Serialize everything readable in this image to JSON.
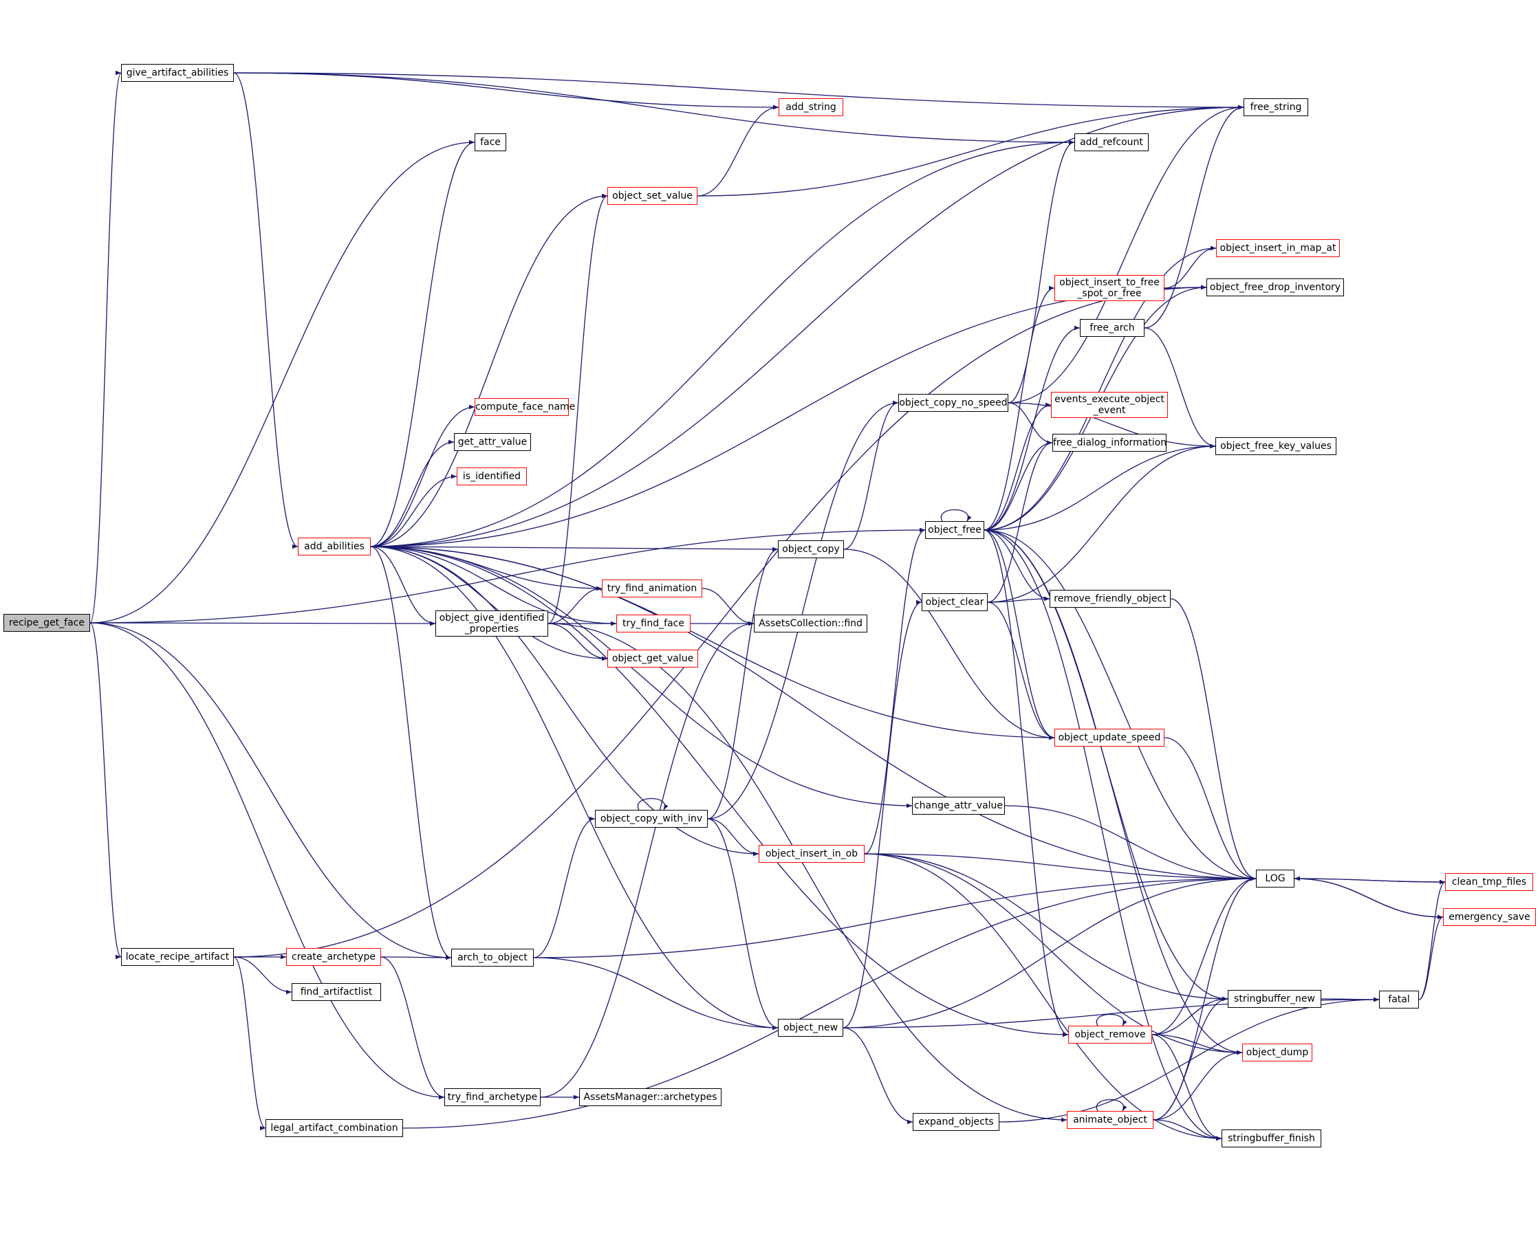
{
  "graph": {
    "edge_color": "#191970",
    "red_border_color": "#ff0000",
    "focus_fill": "#bfbfbf",
    "nodes": {
      "recipe_get_face": {
        "label": "recipe_get_face",
        "style": "focus"
      },
      "give_artifact_abilities": {
        "label": "give_artifact_abilities",
        "style": "normal"
      },
      "face": {
        "label": "face",
        "style": "normal"
      },
      "add_string": {
        "label": "add_string",
        "style": "red"
      },
      "object_set_value": {
        "label": "object_set_value",
        "style": "red"
      },
      "compute_face_name": {
        "label": "compute_face_name",
        "style": "red"
      },
      "get_attr_value": {
        "label": "get_attr_value",
        "style": "normal"
      },
      "is_identified": {
        "label": "is_identified",
        "style": "red"
      },
      "add_abilities": {
        "label": "add_abilities",
        "style": "red"
      },
      "try_find_animation": {
        "label": "try_find_animation",
        "style": "red"
      },
      "object_give_identified_properties": {
        "label": "object_give_identified\n_properties",
        "style": "normal"
      },
      "try_find_face": {
        "label": "try_find_face",
        "style": "red"
      },
      "object_get_value": {
        "label": "object_get_value",
        "style": "red"
      },
      "AssetsCollection_find": {
        "label": "AssetsCollection::find",
        "style": "normal"
      },
      "object_copy": {
        "label": "object_copy",
        "style": "normal"
      },
      "object_copy_no_speed": {
        "label": "object_copy_no_speed",
        "style": "normal"
      },
      "free_string": {
        "label": "free_string",
        "style": "normal"
      },
      "add_refcount": {
        "label": "add_refcount",
        "style": "normal"
      },
      "object_insert_in_map_at": {
        "label": "object_insert_in_map_at",
        "style": "red"
      },
      "object_insert_to_free_spot_or_free": {
        "label": "object_insert_to_free\n_spot_or_free",
        "style": "red"
      },
      "object_free_drop_inventory": {
        "label": "object_free_drop_inventory",
        "style": "normal"
      },
      "free_arch": {
        "label": "free_arch",
        "style": "normal"
      },
      "events_execute_object_event": {
        "label": "events_execute_object\n_event",
        "style": "red"
      },
      "free_dialog_information": {
        "label": "free_dialog_information",
        "style": "normal"
      },
      "object_free_key_values": {
        "label": "object_free_key_values",
        "style": "normal"
      },
      "object_free": {
        "label": "object_free",
        "style": "normal"
      },
      "object_clear": {
        "label": "object_clear",
        "style": "normal"
      },
      "remove_friendly_object": {
        "label": "remove_friendly_object",
        "style": "normal"
      },
      "object_update_speed": {
        "label": "object_update_speed",
        "style": "red"
      },
      "change_attr_value": {
        "label": "change_attr_value",
        "style": "normal"
      },
      "object_copy_with_inv": {
        "label": "object_copy_with_inv",
        "style": "normal"
      },
      "object_insert_in_ob": {
        "label": "object_insert_in_ob",
        "style": "red"
      },
      "LOG": {
        "label": "LOG",
        "style": "normal"
      },
      "clean_tmp_files": {
        "label": "clean_tmp_files",
        "style": "red"
      },
      "emergency_save": {
        "label": "emergency_save",
        "style": "red"
      },
      "locate_recipe_artifact": {
        "label": "locate_recipe_artifact",
        "style": "normal"
      },
      "create_archetype": {
        "label": "create_archetype",
        "style": "red"
      },
      "arch_to_object": {
        "label": "arch_to_object",
        "style": "normal"
      },
      "find_artifactlist": {
        "label": "find_artifactlist",
        "style": "normal"
      },
      "stringbuffer_new": {
        "label": "stringbuffer_new",
        "style": "normal"
      },
      "fatal": {
        "label": "fatal",
        "style": "normal"
      },
      "object_remove": {
        "label": "object_remove",
        "style": "red"
      },
      "object_dump": {
        "label": "object_dump",
        "style": "red"
      },
      "object_new": {
        "label": "object_new",
        "style": "normal"
      },
      "try_find_archetype": {
        "label": "try_find_archetype",
        "style": "normal"
      },
      "AssetsManager_archetypes": {
        "label": "AssetsManager::archetypes",
        "style": "normal"
      },
      "expand_objects": {
        "label": "expand_objects",
        "style": "normal"
      },
      "animate_object": {
        "label": "animate_object",
        "style": "red"
      },
      "stringbuffer_finish": {
        "label": "stringbuffer_finish",
        "style": "normal"
      },
      "legal_artifact_combination": {
        "label": "legal_artifact_combination",
        "style": "normal"
      }
    },
    "edges": [
      [
        "recipe_get_face",
        "give_artifact_abilities"
      ],
      [
        "recipe_get_face",
        "face"
      ],
      [
        "recipe_get_face",
        "object_free"
      ],
      [
        "recipe_get_face",
        "object_give_identified_properties"
      ],
      [
        "recipe_get_face",
        "arch_to_object"
      ],
      [
        "recipe_get_face",
        "locate_recipe_artifact"
      ],
      [
        "recipe_get_face",
        "try_find_archetype"
      ],
      [
        "give_artifact_abilities",
        "free_string"
      ],
      [
        "give_artifact_abilities",
        "add_refcount"
      ],
      [
        "give_artifact_abilities",
        "add_string"
      ],
      [
        "give_artifact_abilities",
        "add_abilities"
      ],
      [
        "add_abilities",
        "face"
      ],
      [
        "add_abilities",
        "object_set_value"
      ],
      [
        "add_abilities",
        "free_string"
      ],
      [
        "add_abilities",
        "add_refcount"
      ],
      [
        "add_abilities",
        "object_free_drop_inventory"
      ],
      [
        "add_abilities",
        "compute_face_name"
      ],
      [
        "add_abilities",
        "get_attr_value"
      ],
      [
        "add_abilities",
        "is_identified"
      ],
      [
        "add_abilities",
        "object_copy"
      ],
      [
        "add_abilities",
        "try_find_animation"
      ],
      [
        "add_abilities",
        "try_find_face"
      ],
      [
        "add_abilities",
        "object_give_identified_properties"
      ],
      [
        "add_abilities",
        "object_get_value"
      ],
      [
        "add_abilities",
        "object_update_speed"
      ],
      [
        "add_abilities",
        "LOG"
      ],
      [
        "add_abilities",
        "change_attr_value"
      ],
      [
        "add_abilities",
        "object_insert_in_ob"
      ],
      [
        "add_abilities",
        "arch_to_object"
      ],
      [
        "add_abilities",
        "object_remove"
      ],
      [
        "add_abilities",
        "object_new"
      ],
      [
        "object_set_value",
        "add_string"
      ],
      [
        "object_set_value",
        "free_string"
      ],
      [
        "object_give_identified_properties",
        "object_set_value"
      ],
      [
        "object_give_identified_properties",
        "try_find_animation"
      ],
      [
        "object_give_identified_properties",
        "try_find_face"
      ],
      [
        "object_give_identified_properties",
        "object_get_value"
      ],
      [
        "object_give_identified_properties",
        "animate_object"
      ],
      [
        "try_find_animation",
        "AssetsCollection_find"
      ],
      [
        "try_find_face",
        "AssetsCollection_find"
      ],
      [
        "object_copy",
        "object_copy_no_speed"
      ],
      [
        "object_copy",
        "object_update_speed"
      ],
      [
        "object_copy_no_speed",
        "add_refcount"
      ],
      [
        "object_copy_no_speed",
        "free_string"
      ],
      [
        "object_copy_no_speed",
        "free_dialog_information"
      ],
      [
        "object_copy_no_speed",
        "object_free_key_values"
      ],
      [
        "object_insert_to_free_spot_or_free",
        "object_insert_in_map_at"
      ],
      [
        "object_insert_to_free_spot_or_free",
        "object_free_drop_inventory"
      ],
      [
        "free_arch",
        "free_string"
      ],
      [
        "free_arch",
        "object_free_key_values"
      ],
      [
        "object_free",
        "object_free"
      ],
      [
        "object_free",
        "object_insert_in_map_at"
      ],
      [
        "object_free",
        "object_insert_to_free_spot_or_free"
      ],
      [
        "object_free",
        "object_free_drop_inventory"
      ],
      [
        "object_free",
        "free_arch"
      ],
      [
        "object_free",
        "events_execute_object_event"
      ],
      [
        "object_free",
        "free_dialog_information"
      ],
      [
        "object_free",
        "object_free_key_values"
      ],
      [
        "object_free",
        "remove_friendly_object"
      ],
      [
        "object_free",
        "object_update_speed"
      ],
      [
        "object_free",
        "LOG"
      ],
      [
        "object_free",
        "object_remove"
      ],
      [
        "object_free",
        "stringbuffer_new"
      ],
      [
        "object_free",
        "object_dump"
      ],
      [
        "object_free",
        "stringbuffer_finish"
      ],
      [
        "object_clear",
        "remove_friendly_object"
      ],
      [
        "object_clear",
        "free_dialog_information"
      ],
      [
        "object_clear",
        "object_free_key_values"
      ],
      [
        "object_clear",
        "object_update_speed"
      ],
      [
        "remove_friendly_object",
        "LOG"
      ],
      [
        "object_update_speed",
        "LOG"
      ],
      [
        "change_attr_value",
        "LOG"
      ],
      [
        "object_copy_with_inv",
        "object_copy_with_inv"
      ],
      [
        "object_copy_with_inv",
        "object_copy"
      ],
      [
        "object_copy_with_inv",
        "object_copy_no_speed"
      ],
      [
        "object_copy_with_inv",
        "object_insert_in_ob"
      ],
      [
        "object_copy_with_inv",
        "object_new"
      ],
      [
        "object_insert_in_ob",
        "object_free"
      ],
      [
        "object_insert_in_ob",
        "LOG"
      ],
      [
        "object_insert_in_ob",
        "stringbuffer_new"
      ],
      [
        "object_insert_in_ob",
        "object_dump"
      ],
      [
        "object_insert_in_ob",
        "stringbuffer_finish"
      ],
      [
        "LOG",
        "clean_tmp_files"
      ],
      [
        "LOG",
        "emergency_save"
      ],
      [
        "clean_tmp_files",
        "LOG"
      ],
      [
        "emergency_save",
        "LOG"
      ],
      [
        "fatal",
        "clean_tmp_files"
      ],
      [
        "fatal",
        "emergency_save"
      ],
      [
        "stringbuffer_new",
        "fatal"
      ],
      [
        "locate_recipe_artifact",
        "object_free_drop_inventory"
      ],
      [
        "locate_recipe_artifact",
        "create_archetype"
      ],
      [
        "locate_recipe_artifact",
        "find_artifactlist"
      ],
      [
        "locate_recipe_artifact",
        "legal_artifact_combination"
      ],
      [
        "create_archetype",
        "arch_to_object"
      ],
      [
        "create_archetype",
        "try_find_archetype"
      ],
      [
        "arch_to_object",
        "object_copy_with_inv"
      ],
      [
        "arch_to_object",
        "LOG"
      ],
      [
        "arch_to_object",
        "object_new"
      ],
      [
        "try_find_archetype",
        "AssetsCollection_find"
      ],
      [
        "try_find_archetype",
        "AssetsManager_archetypes"
      ],
      [
        "object_new",
        "object_clear"
      ],
      [
        "object_new",
        "LOG"
      ],
      [
        "object_new",
        "expand_objects"
      ],
      [
        "object_new",
        "fatal"
      ],
      [
        "expand_objects",
        "fatal"
      ],
      [
        "object_remove",
        "object_remove"
      ],
      [
        "object_remove",
        "LOG"
      ],
      [
        "object_remove",
        "stringbuffer_new"
      ],
      [
        "object_remove",
        "object_dump"
      ],
      [
        "object_remove",
        "stringbuffer_finish"
      ],
      [
        "animate_object",
        "animate_object"
      ],
      [
        "animate_object",
        "LOG"
      ],
      [
        "animate_object",
        "stringbuffer_new"
      ],
      [
        "animate_object",
        "object_dump"
      ],
      [
        "animate_object",
        "stringbuffer_finish"
      ],
      [
        "legal_artifact_combination",
        "LOG"
      ]
    ]
  }
}
